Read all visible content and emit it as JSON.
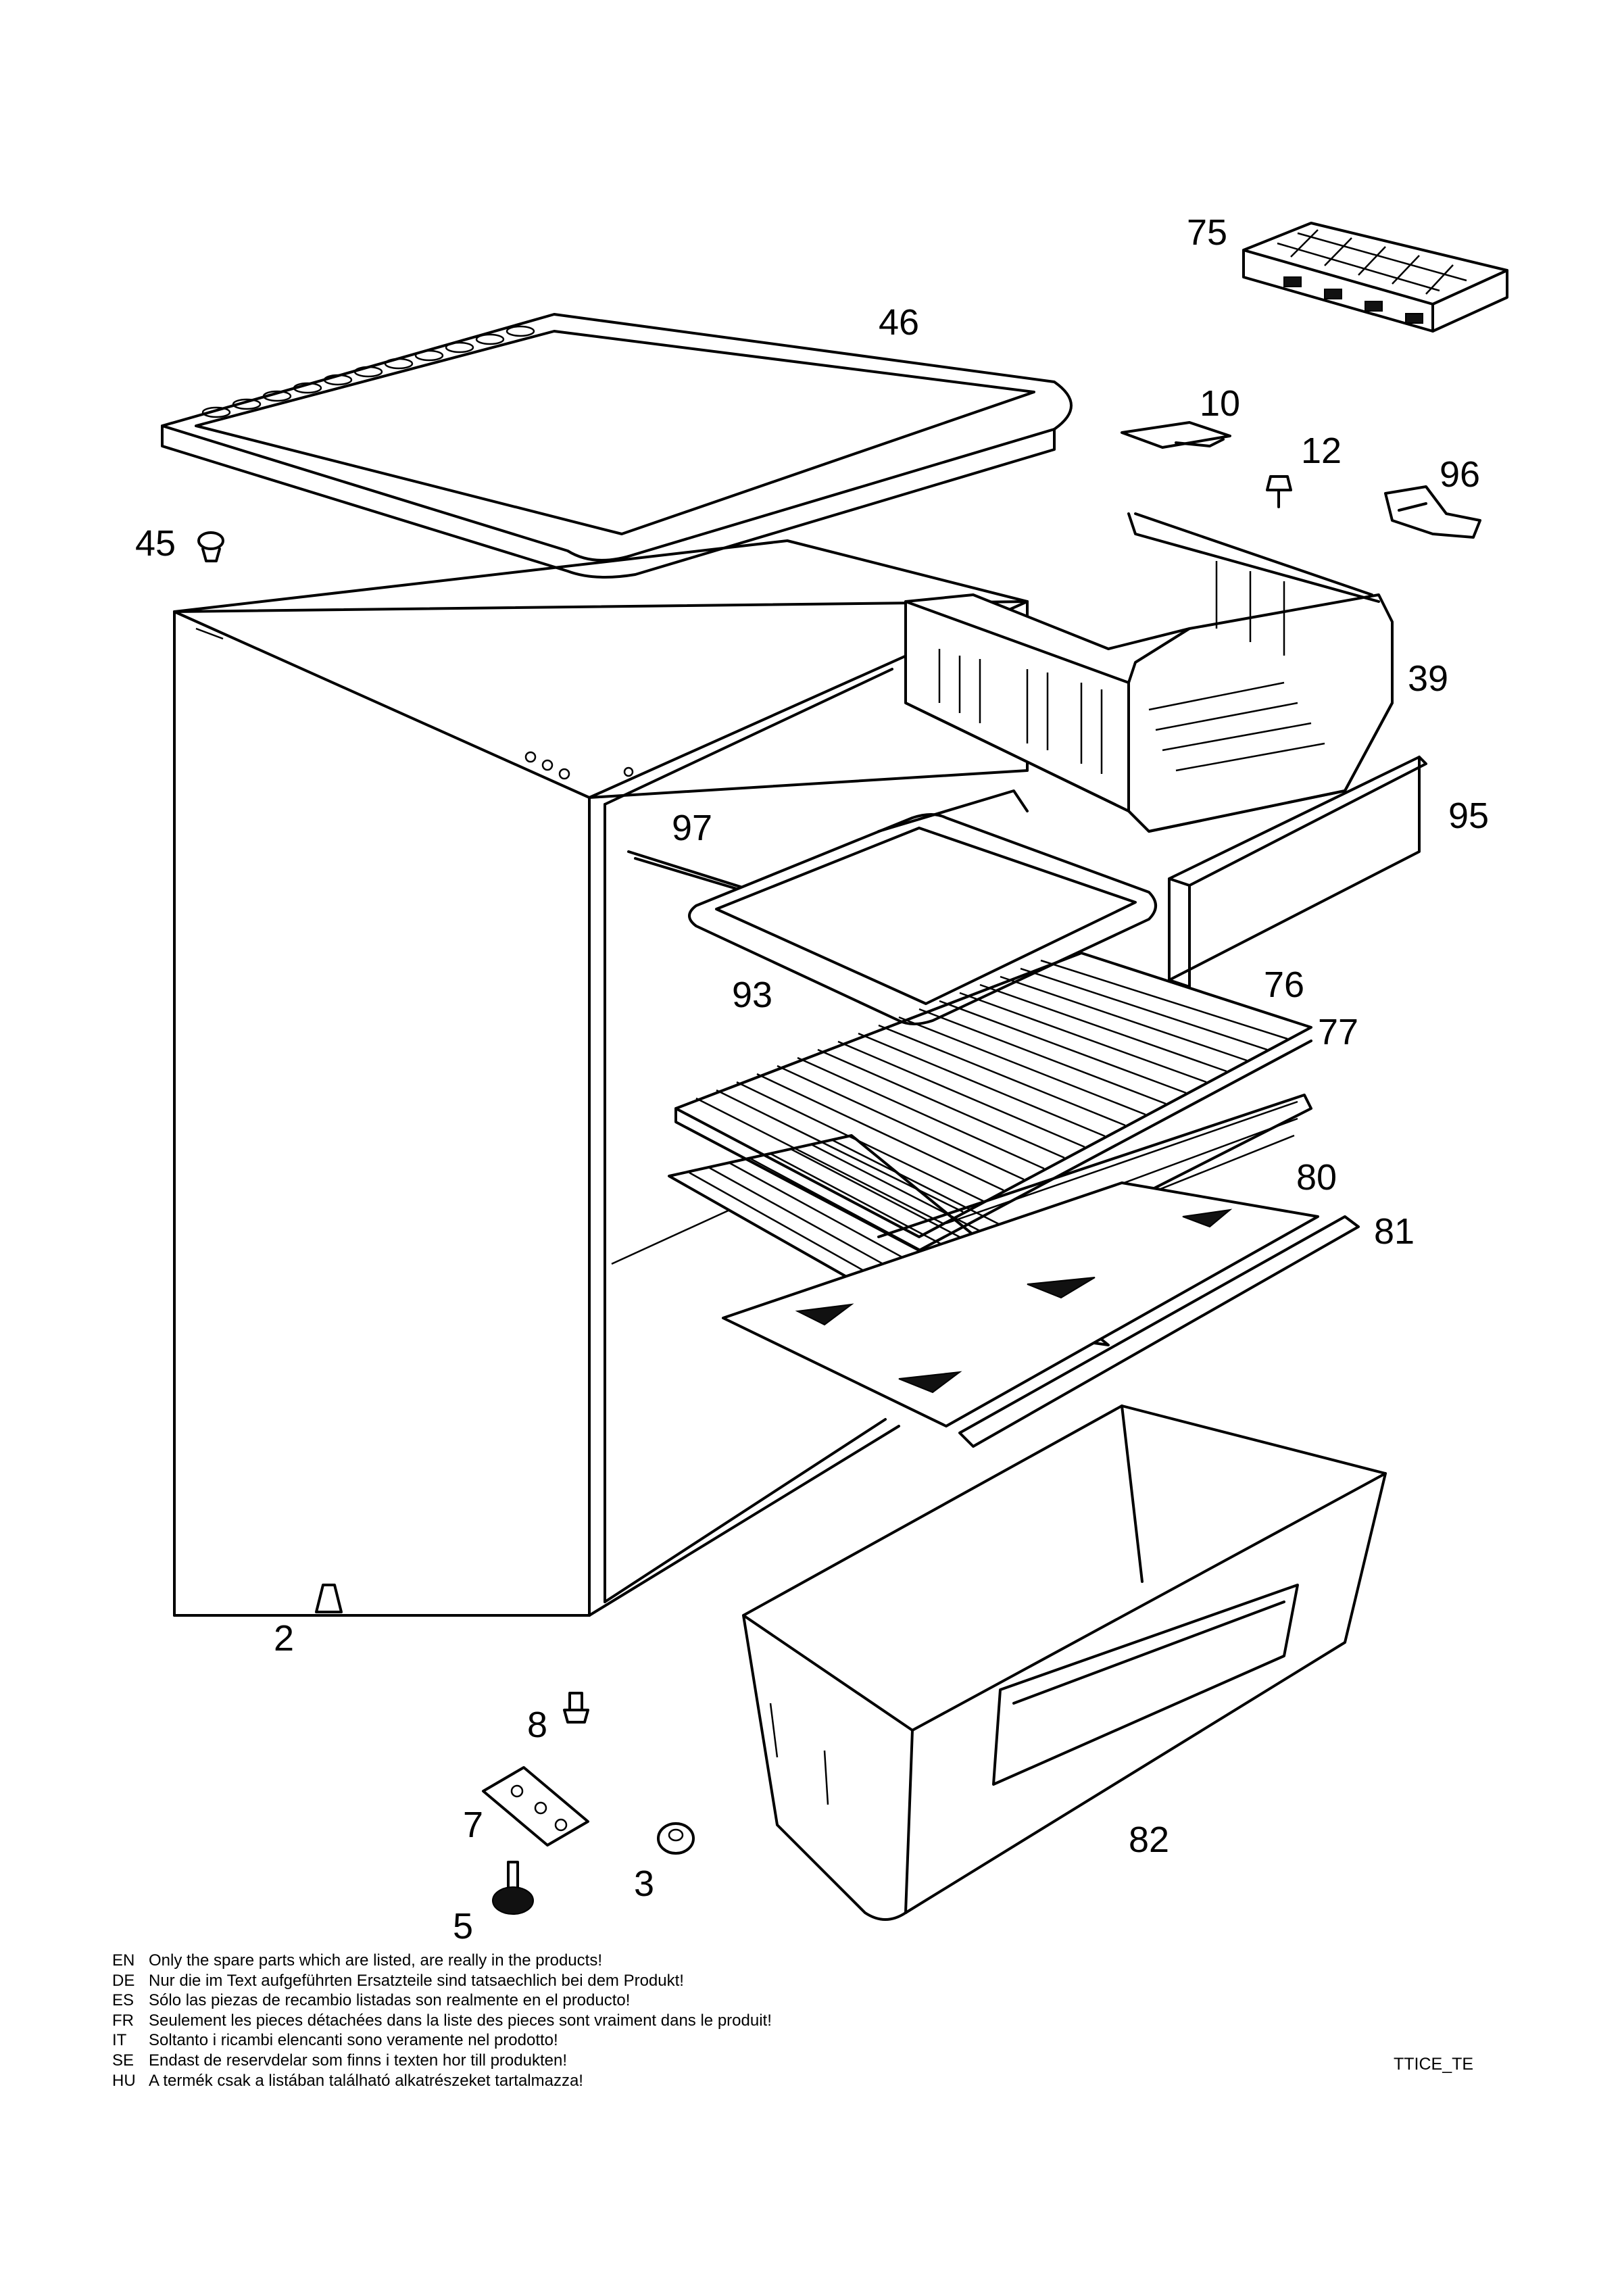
{
  "callouts": {
    "p75": "75",
    "p46": "46",
    "p10": "10",
    "p12": "12",
    "p96": "96",
    "p45": "45",
    "p39": "39",
    "p95": "95",
    "p97": "97",
    "p93": "93",
    "p76": "76",
    "p77": "77",
    "p80": "80",
    "p81": "81",
    "p2": "2",
    "p8": "8",
    "p7": "7",
    "p3": "3",
    "p82": "82",
    "p5": "5"
  },
  "notes": [
    {
      "code": "EN",
      "text": "Only the spare parts which are listed, are really in the products!"
    },
    {
      "code": "DE",
      "text": "Nur die im Text aufgeführten Ersatzteile sind tatsaechlich bei dem Produkt!"
    },
    {
      "code": "ES",
      "text": "Sólo las piezas de recambio  listadas son realmente en el producto!"
    },
    {
      "code": "FR",
      "text": "Seulement les pieces détachées dans la liste des pieces sont vraiment dans le produit!"
    },
    {
      "code": "IT",
      "text": "Soltanto i ricambi elencanti sono veramente nel prodotto!"
    },
    {
      "code": "SE",
      "text": "Endast de reservdelar som finns i texten hor till produkten!"
    },
    {
      "code": "HU",
      "text": "A termék csak a listában található alkatrészeket tartalmazza!"
    }
  ],
  "reference_code": "TTICE_TE"
}
